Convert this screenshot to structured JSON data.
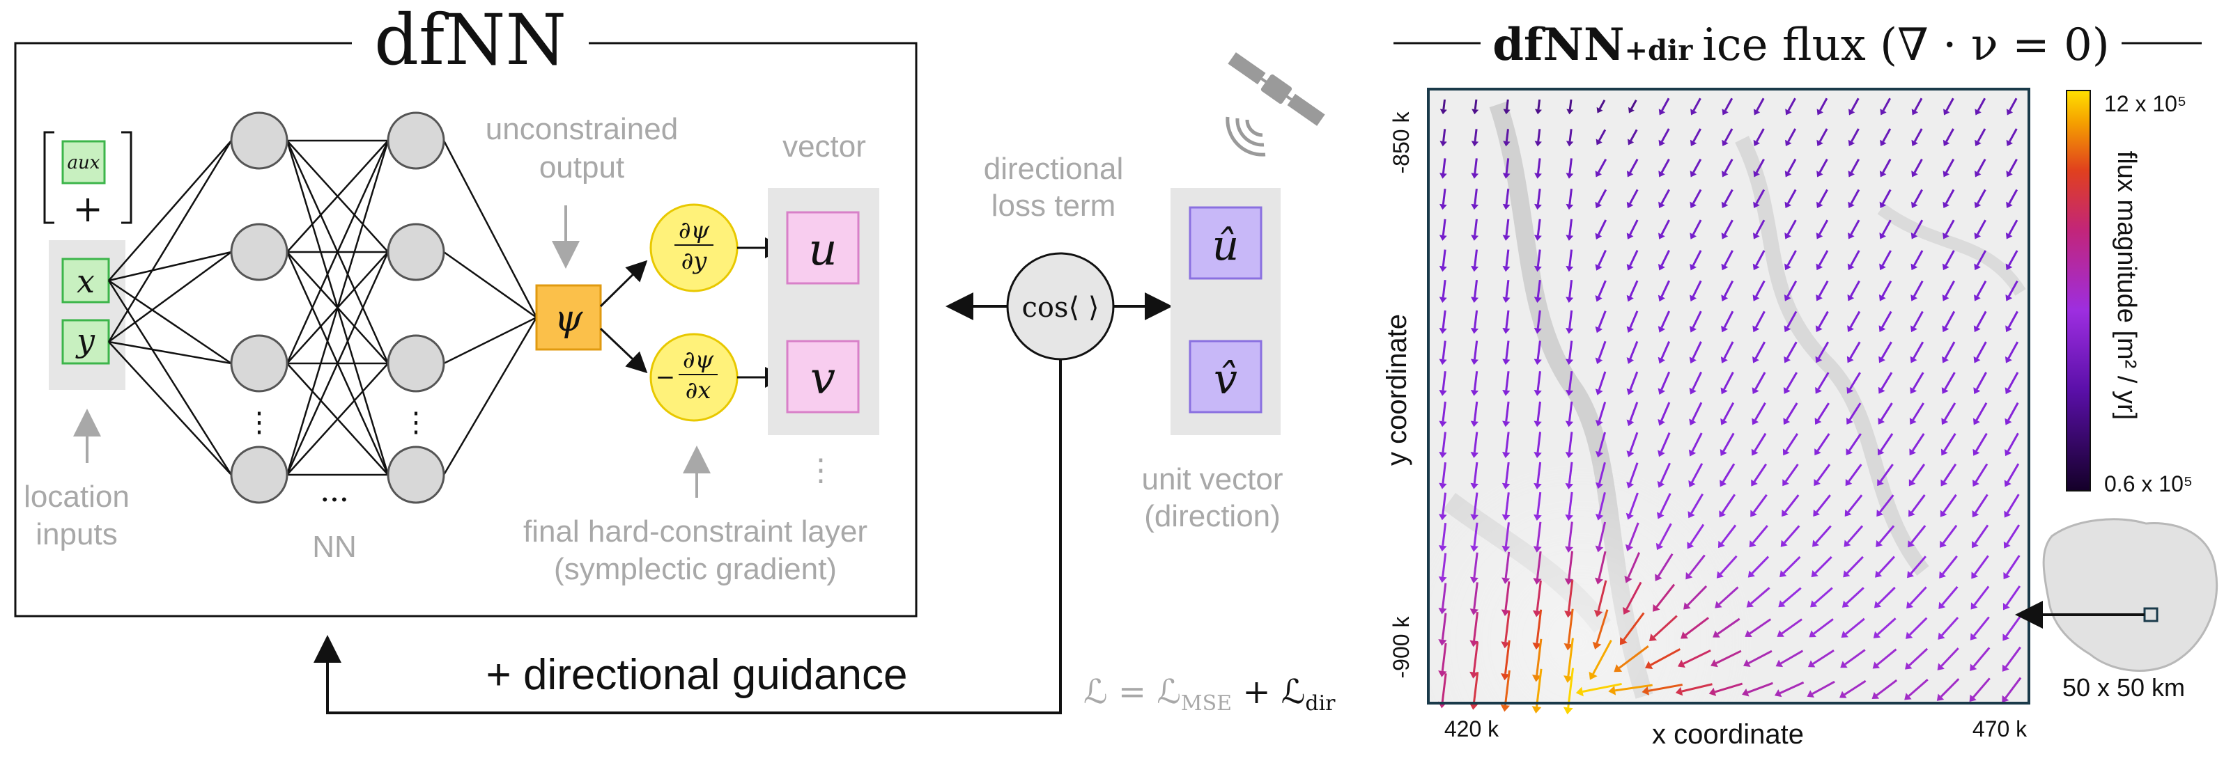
{
  "left_panel": {
    "title": "dfNN",
    "aux_label": "aux",
    "plus": "+",
    "input_x": "x",
    "input_y": "y",
    "location_label_1": "location",
    "location_label_2": "inputs",
    "nn_label": "NN",
    "ellipsis_h": "• • •",
    "unconstrained_1": "unconstrained",
    "unconstrained_2": "output",
    "psi": "ψ",
    "dpsi_dy_num": "∂ψ",
    "dpsi_dy_den": "∂y",
    "dpsi_dx_minus": "−",
    "dpsi_dx_num": "∂ψ",
    "dpsi_dx_den": "∂x",
    "vector_label": "vector",
    "out_u": "u",
    "out_v": "v",
    "final_layer_1": "final hard-constraint layer",
    "final_layer_2": "(symplectic gradient)"
  },
  "middle": {
    "directional_1": "directional",
    "directional_2": "loss term",
    "cos": "cos⟨ ⟩",
    "u_hat": "û",
    "v_hat": "v̂",
    "unit_vector_1": "unit vector",
    "unit_vector_2": "(direction)",
    "loss_L": "ℒ",
    "loss_eq": " = ",
    "loss_L2": "ℒ",
    "loss_mse": "MSE",
    "loss_plus": " + ",
    "loss_L3": "ℒ",
    "loss_dir": "dir",
    "guidance": "+ directional guidance"
  },
  "right_panel": {
    "title_main": "dfNN",
    "title_plus_dir": "+dir",
    "title_rest": "ice flux (∇ · ν = 0)",
    "xlabel": "x coordinate",
    "ylabel": "y coordinate",
    "xtick_left": "420 k",
    "xtick_right": "470 k",
    "ytick_top": "-850 k",
    "ytick_bottom": "-900 k",
    "colorbar_max": "12 x 10⁵",
    "colorbar_min": "0.6 x 10⁵",
    "colorbar_label": "flux magnitude [m² / yr]",
    "scale_label": "50 x 50 km",
    "colors": {
      "low": "#3d0a6e",
      "mid": "#8b2be2",
      "high": "#d02a2a",
      "peak": "#ffe000"
    }
  },
  "chart_data": {
    "type": "quiver",
    "title": "dfNN +dir ice flux (∇ · ν = 0)",
    "xlabel": "x coordinate",
    "ylabel": "y coordinate",
    "xticks": [
      "420 k",
      "470 k"
    ],
    "yticks": [
      "-850 k",
      "-900 k"
    ],
    "colorbar": {
      "label": "flux magnitude [m² / yr]",
      "min": "0.6 x 10⁵",
      "max": "12 x 10⁵"
    },
    "note": "Vector field of ice flux; arrows point mostly down-left, converging into a high-flux stream at bottom-left."
  }
}
